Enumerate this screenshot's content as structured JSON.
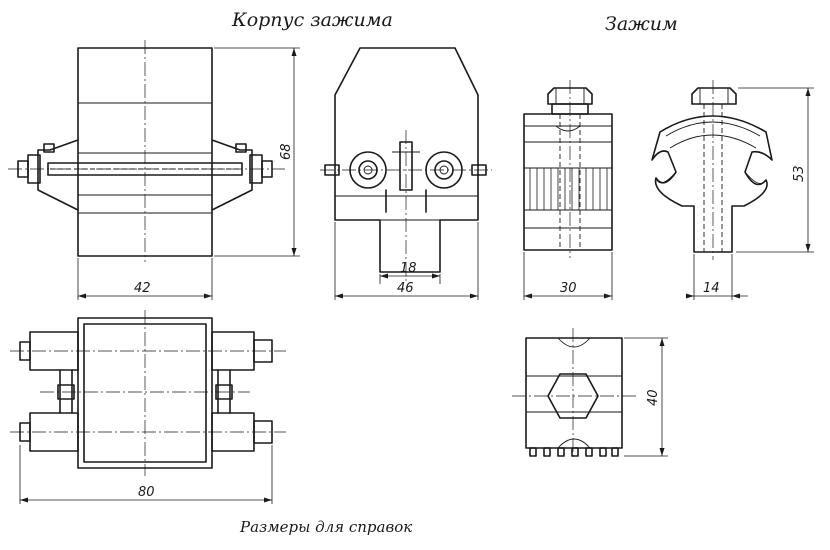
{
  "titles": {
    "housing": "Корпус зажима",
    "clamp": "Зажим"
  },
  "note": "Размеры для справок",
  "dimensions": {
    "housing_width": "42",
    "housing_height": "68",
    "side_bottom": "18",
    "side_width": "46",
    "clamp_width": "30",
    "clamp_side_width": "14",
    "clamp_height": "53",
    "plan_width": "80",
    "clamp_plan_height": "40"
  },
  "colors": {
    "ink": "#1a1a1a",
    "paper": "#ffffff"
  }
}
